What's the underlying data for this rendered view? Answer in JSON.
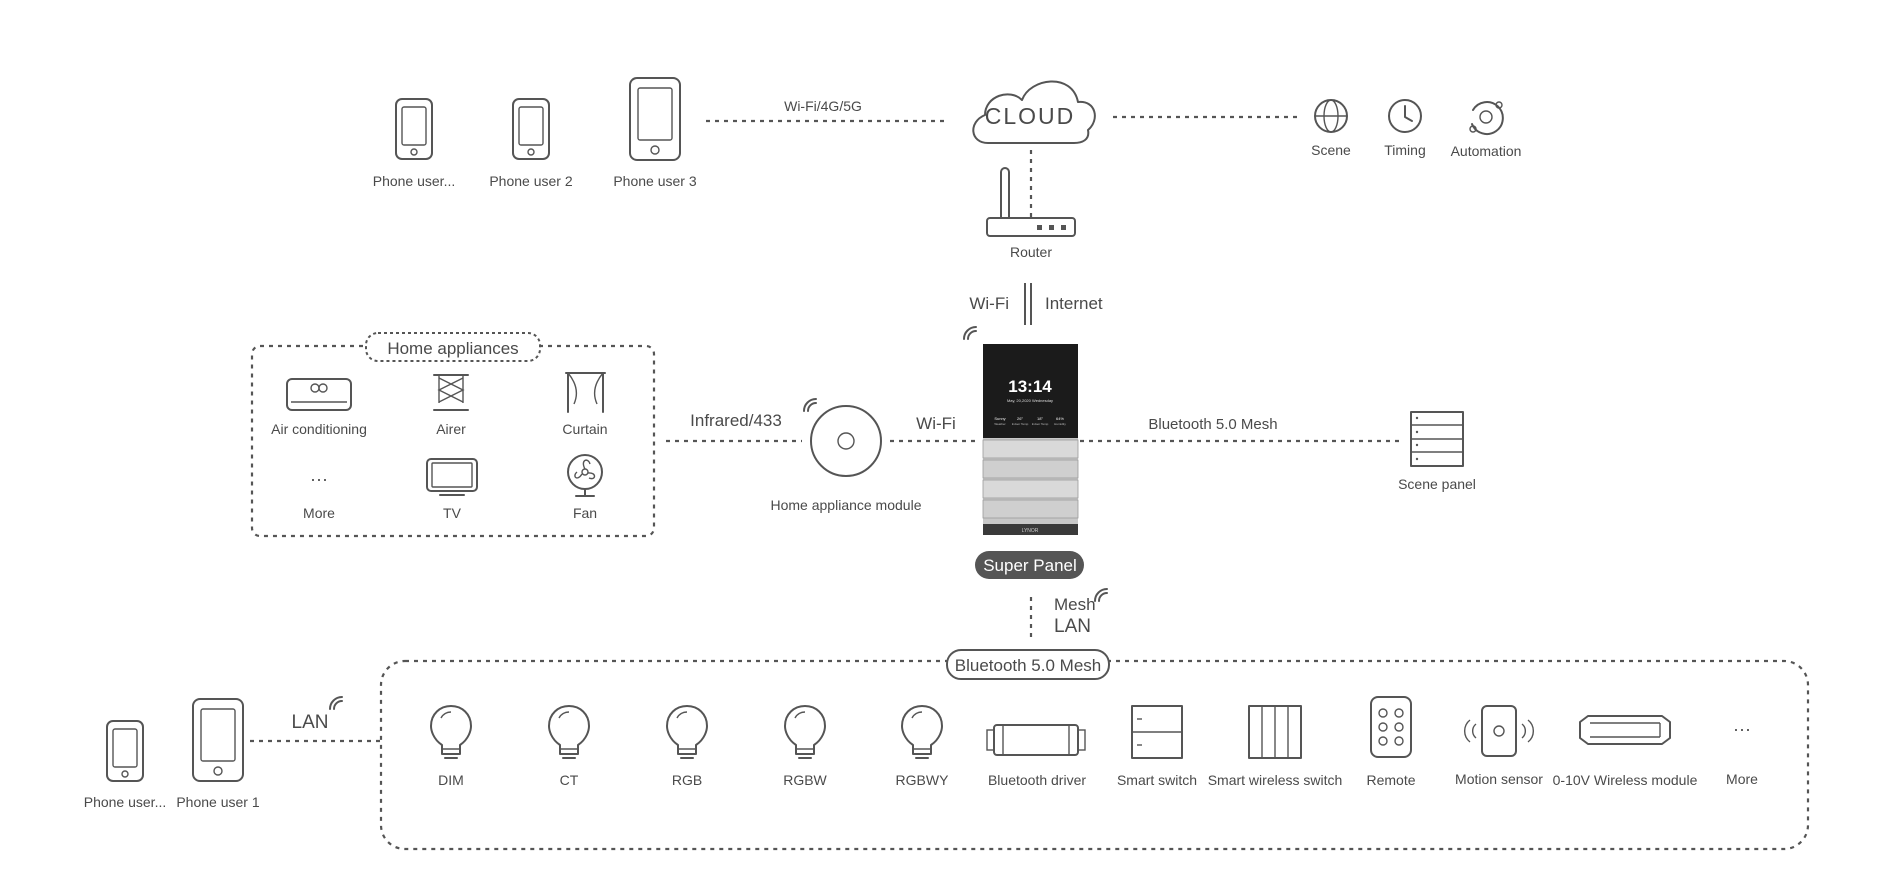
{
  "cloud": {
    "label": "CLOUD"
  },
  "phones_top": [
    {
      "label": "Phone user..."
    },
    {
      "label": "Phone user 2"
    },
    {
      "label": "Phone user 3"
    }
  ],
  "links": {
    "wifi_4g_5g": "Wi-Fi/4G/5G",
    "wifi_router": "Wi-Fi",
    "internet": "Internet",
    "infrared": "Infrared/433",
    "wifi_module": "Wi-Fi",
    "bluetooth_mesh": "Bluetooth 5.0 Mesh",
    "mesh": "Mesh",
    "lan_center": "LAN",
    "lan_left": "LAN"
  },
  "cloud_features": [
    {
      "label": "Scene",
      "icon": "globe-icon"
    },
    {
      "label": "Timing",
      "icon": "clock-icon"
    },
    {
      "label": "Automation",
      "icon": "automation-icon"
    }
  ],
  "router": {
    "label": "Router"
  },
  "home_appliances": {
    "title": "Home appliances",
    "items": [
      {
        "label": "Air conditioning",
        "icon": "air-conditioner-icon"
      },
      {
        "label": "Airer",
        "icon": "airer-icon"
      },
      {
        "label": "Curtain",
        "icon": "curtain-icon"
      },
      {
        "label": "More",
        "icon": "ellipsis-icon",
        "glyph": "···"
      },
      {
        "label": "TV",
        "icon": "tv-icon"
      },
      {
        "label": "Fan",
        "icon": "fan-icon"
      }
    ]
  },
  "appliance_module": {
    "label": "Home  appliance module"
  },
  "super_panel": {
    "label": "Super Panel",
    "time": "13:14",
    "date": "May, 20,2020 Wednesday",
    "stats": [
      {
        "value": "Sunny",
        "caption": "Weather"
      },
      {
        "value": "26°",
        "caption": "Indoor Temp"
      },
      {
        "value": "18°",
        "caption": "Indoor Temp"
      },
      {
        "value": "64%",
        "caption": "Humidity"
      }
    ],
    "brand": "LYNOR"
  },
  "scene_panel": {
    "label": "Scene panel"
  },
  "mesh_group": {
    "title": "Bluetooth 5.0 Mesh",
    "devices": [
      {
        "label": "DIM",
        "icon": "bulb-icon"
      },
      {
        "label": "CT",
        "icon": "bulb-icon"
      },
      {
        "label": "RGB",
        "icon": "bulb-icon"
      },
      {
        "label": "RGBW",
        "icon": "bulb-icon"
      },
      {
        "label": "RGBWY",
        "icon": "bulb-icon"
      },
      {
        "label": "Bluetooth driver",
        "icon": "driver-icon"
      },
      {
        "label": "Smart switch",
        "icon": "switch-icon"
      },
      {
        "label": "Smart wireless switch",
        "icon": "wireless-switch-icon"
      },
      {
        "label": "Remote",
        "icon": "remote-icon"
      },
      {
        "label": "Motion sensor",
        "icon": "motion-sensor-icon"
      },
      {
        "label": "0-10V Wireless module",
        "icon": "wireless-module-icon"
      },
      {
        "label": "More",
        "icon": "ellipsis-icon",
        "glyph": "···"
      }
    ]
  },
  "phones_bottom": [
    {
      "label": "Phone user..."
    },
    {
      "label": "Phone user 1"
    }
  ]
}
